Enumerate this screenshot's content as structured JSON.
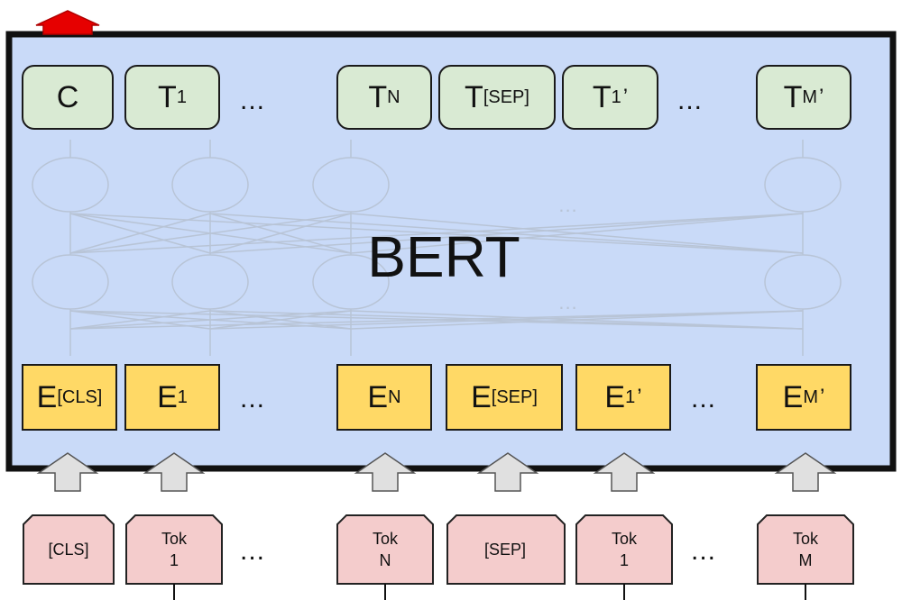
{
  "model_label": "BERT",
  "colors": {
    "model_bg": "#c9daf8",
    "output_box": "#d9ead3",
    "embedding_box": "#ffd966",
    "token_box": "#f4cccc",
    "up_arrow": "#e0e0e0",
    "cls_arrow": "#e60000"
  },
  "outputs": [
    {
      "main": "C",
      "sub": "",
      "sup": ""
    },
    {
      "main": "T",
      "sub": "1",
      "sup": ""
    },
    {
      "main": "T",
      "sub": "N",
      "sup": ""
    },
    {
      "main": "T",
      "sub": "[SEP]",
      "sup": ""
    },
    {
      "main": "T",
      "sub": "1",
      "sup": "’"
    },
    {
      "main": "T",
      "sub": "M",
      "sup": "’"
    }
  ],
  "embeddings": [
    {
      "main": "E",
      "sub": "[CLS]",
      "sup": ""
    },
    {
      "main": "E",
      "sub": "1",
      "sup": ""
    },
    {
      "main": "E",
      "sub": "N",
      "sup": ""
    },
    {
      "main": "E",
      "sub": "[SEP]",
      "sup": ""
    },
    {
      "main": "E",
      "sub": "1",
      "sup": "’"
    },
    {
      "main": "E",
      "sub": "M",
      "sup": "’"
    }
  ],
  "tokens": [
    {
      "line1": "[CLS]",
      "line2": ""
    },
    {
      "line1": "Tok",
      "line2": "1"
    },
    {
      "line1": "Tok",
      "line2": "N"
    },
    {
      "line1": "[SEP]",
      "line2": ""
    },
    {
      "line1": "Tok",
      "line2": "1"
    },
    {
      "line1": "Tok",
      "line2": "M"
    }
  ],
  "ellipsis": "...",
  "faint_ellipsis": "..."
}
